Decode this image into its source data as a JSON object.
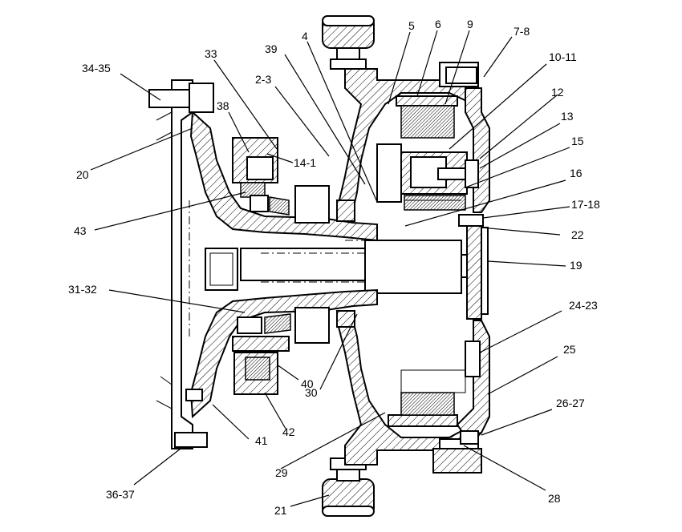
{
  "callouts": [
    {
      "id": "c34_35",
      "text": "34-35"
    },
    {
      "id": "c33",
      "text": "33"
    },
    {
      "id": "c39",
      "text": "39"
    },
    {
      "id": "c4",
      "text": "4"
    },
    {
      "id": "c5",
      "text": "5"
    },
    {
      "id": "c6",
      "text": "6"
    },
    {
      "id": "c9",
      "text": "9"
    },
    {
      "id": "c7_8",
      "text": "7-8"
    },
    {
      "id": "c10_11",
      "text": "10-11"
    },
    {
      "id": "c2_3",
      "text": "2-3"
    },
    {
      "id": "c38",
      "text": "38"
    },
    {
      "id": "c12",
      "text": "12"
    },
    {
      "id": "c13",
      "text": "13"
    },
    {
      "id": "c14_1",
      "text": "14-1"
    },
    {
      "id": "c15",
      "text": "15"
    },
    {
      "id": "c20",
      "text": "20"
    },
    {
      "id": "c16",
      "text": "16"
    },
    {
      "id": "c17_18",
      "text": "17-18"
    },
    {
      "id": "c43",
      "text": "43"
    },
    {
      "id": "c22",
      "text": "22"
    },
    {
      "id": "c19",
      "text": "19"
    },
    {
      "id": "c31_32",
      "text": "31-32"
    },
    {
      "id": "c24_23",
      "text": "24-23"
    },
    {
      "id": "c25",
      "text": "25"
    },
    {
      "id": "c40",
      "text": "40"
    },
    {
      "id": "c30",
      "text": "30"
    },
    {
      "id": "c42",
      "text": "42"
    },
    {
      "id": "c26_27",
      "text": "26-27"
    },
    {
      "id": "c41",
      "text": "41"
    },
    {
      "id": "c29",
      "text": "29"
    },
    {
      "id": "c36_37",
      "text": "36-37"
    },
    {
      "id": "c28",
      "text": "28"
    },
    {
      "id": "c21",
      "text": "21"
    }
  ]
}
